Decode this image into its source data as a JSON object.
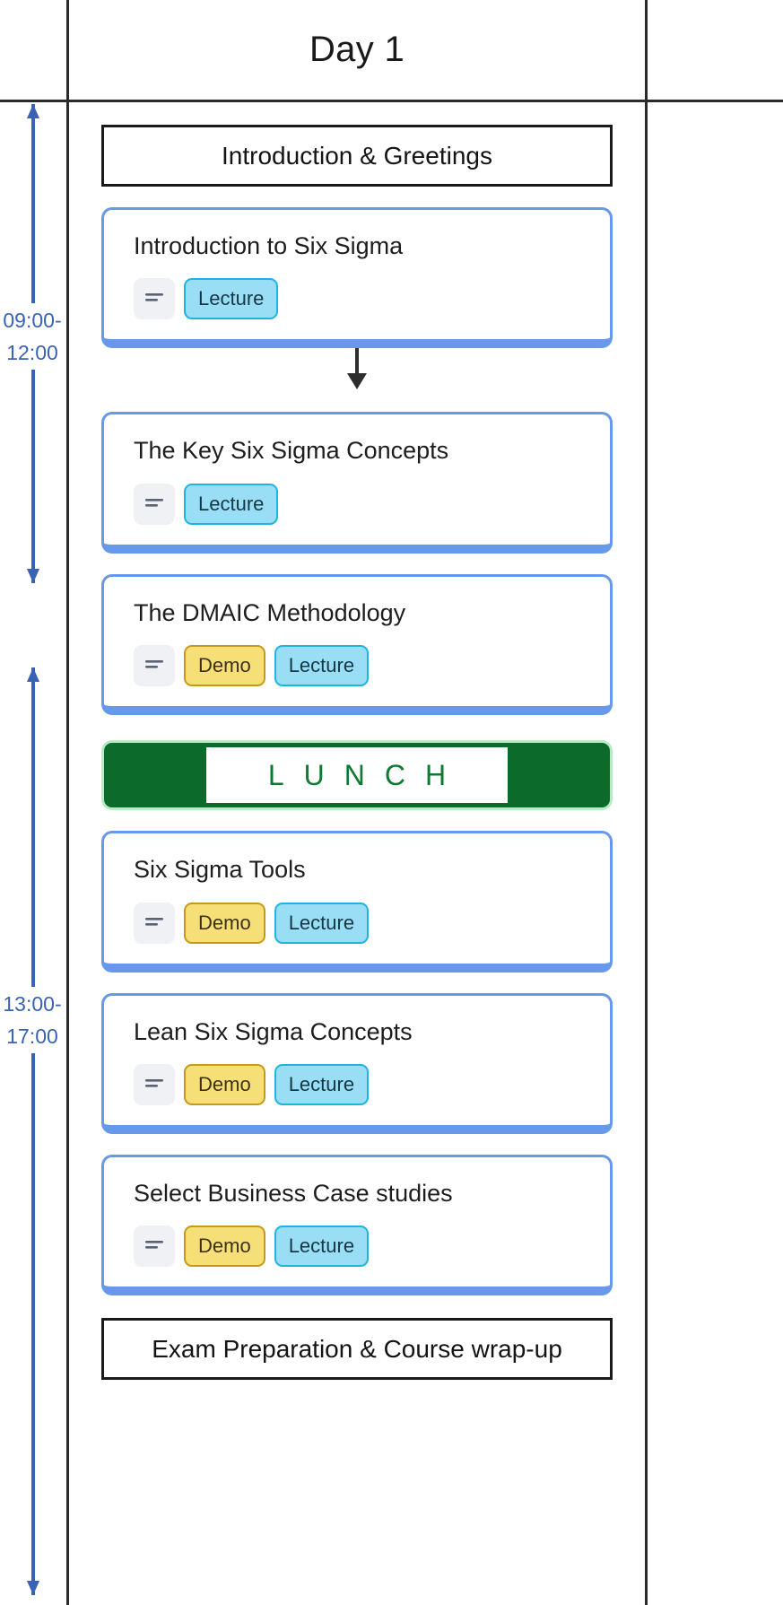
{
  "header": {
    "title": "Day 1"
  },
  "time_axis": [
    {
      "label_top": "09:00-",
      "label_bottom": "12:00"
    },
    {
      "label_top": "13:00-",
      "label_bottom": "17:00"
    }
  ],
  "blocks": {
    "opening": "Introduction & Greetings",
    "closing": "Exam Preparation & Course wrap-up"
  },
  "lunch": {
    "text": "LUNCH"
  },
  "tags": {
    "demo": "Demo",
    "lecture": "Lecture",
    "note_icon": "notes-icon"
  },
  "sessions": [
    {
      "title": "Introduction to Six Sigma",
      "tags": [
        "Lecture"
      ]
    },
    {
      "title": "The Key Six Sigma Concepts",
      "tags": [
        "Lecture"
      ]
    },
    {
      "title": "The DMAIC Methodology",
      "tags": [
        "Demo",
        "Lecture"
      ]
    },
    {
      "title": "Six Sigma Tools",
      "tags": [
        "Demo",
        "Lecture"
      ]
    },
    {
      "title": "Lean Six Sigma Concepts",
      "tags": [
        "Demo",
        "Lecture"
      ]
    },
    {
      "title": "Select Business Case studies",
      "tags": [
        "Demo",
        "Lecture"
      ]
    }
  ],
  "colors": {
    "card_border": "#6699ea",
    "lunch_bg": "#0c6b2b",
    "lunch_text": "#0e7a31",
    "axis": "#3a62b5",
    "demo_bg": "#f7df77",
    "demo_border": "#c79a16",
    "lecture_bg": "#9adef5",
    "lecture_border": "#1fb4e0",
    "frame": "#2b2b2b"
  }
}
